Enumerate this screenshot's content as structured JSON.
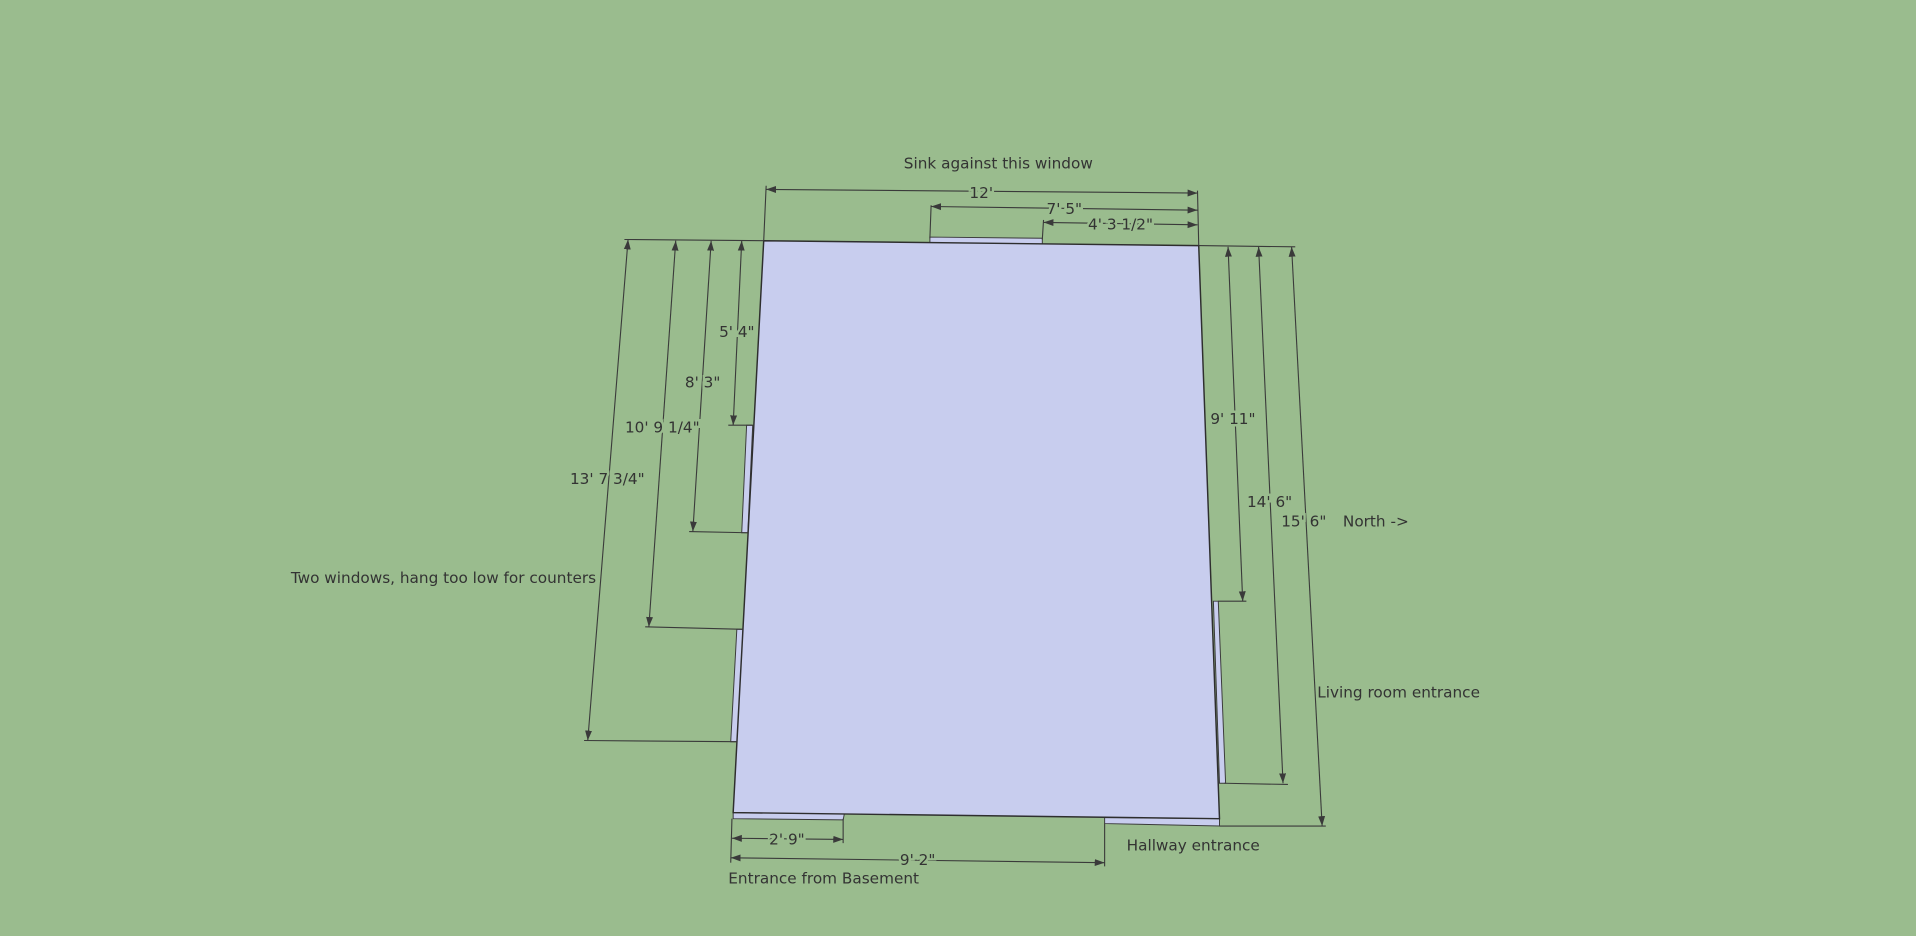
{
  "annotations": {
    "sink": "Sink against this window",
    "windows": "Two windows, hang too low for counters",
    "north": "North ->",
    "living": "Living room entrance",
    "hallway": "Hallway entrance",
    "basement": "Entrance from Basement"
  },
  "dimensions": {
    "top_total": "12'",
    "top_window_start": "7' 5\"",
    "top_window_end": "4' 3 1/2\"",
    "left_1": "5' 4\"",
    "left_2": "8' 3\"",
    "left_3": "10' 9 1/4\"",
    "left_4": "13' 7 3/4\"",
    "right_1": "9' 11\"",
    "right_2": "14' 6\"",
    "right_3": "15' 6\"",
    "bottom_1": "2' 9\"",
    "bottom_2": "9' 2\""
  },
  "colors": {
    "background": "#9abc8e",
    "floor": "#c8cdee",
    "line": "#3a3a3a"
  }
}
